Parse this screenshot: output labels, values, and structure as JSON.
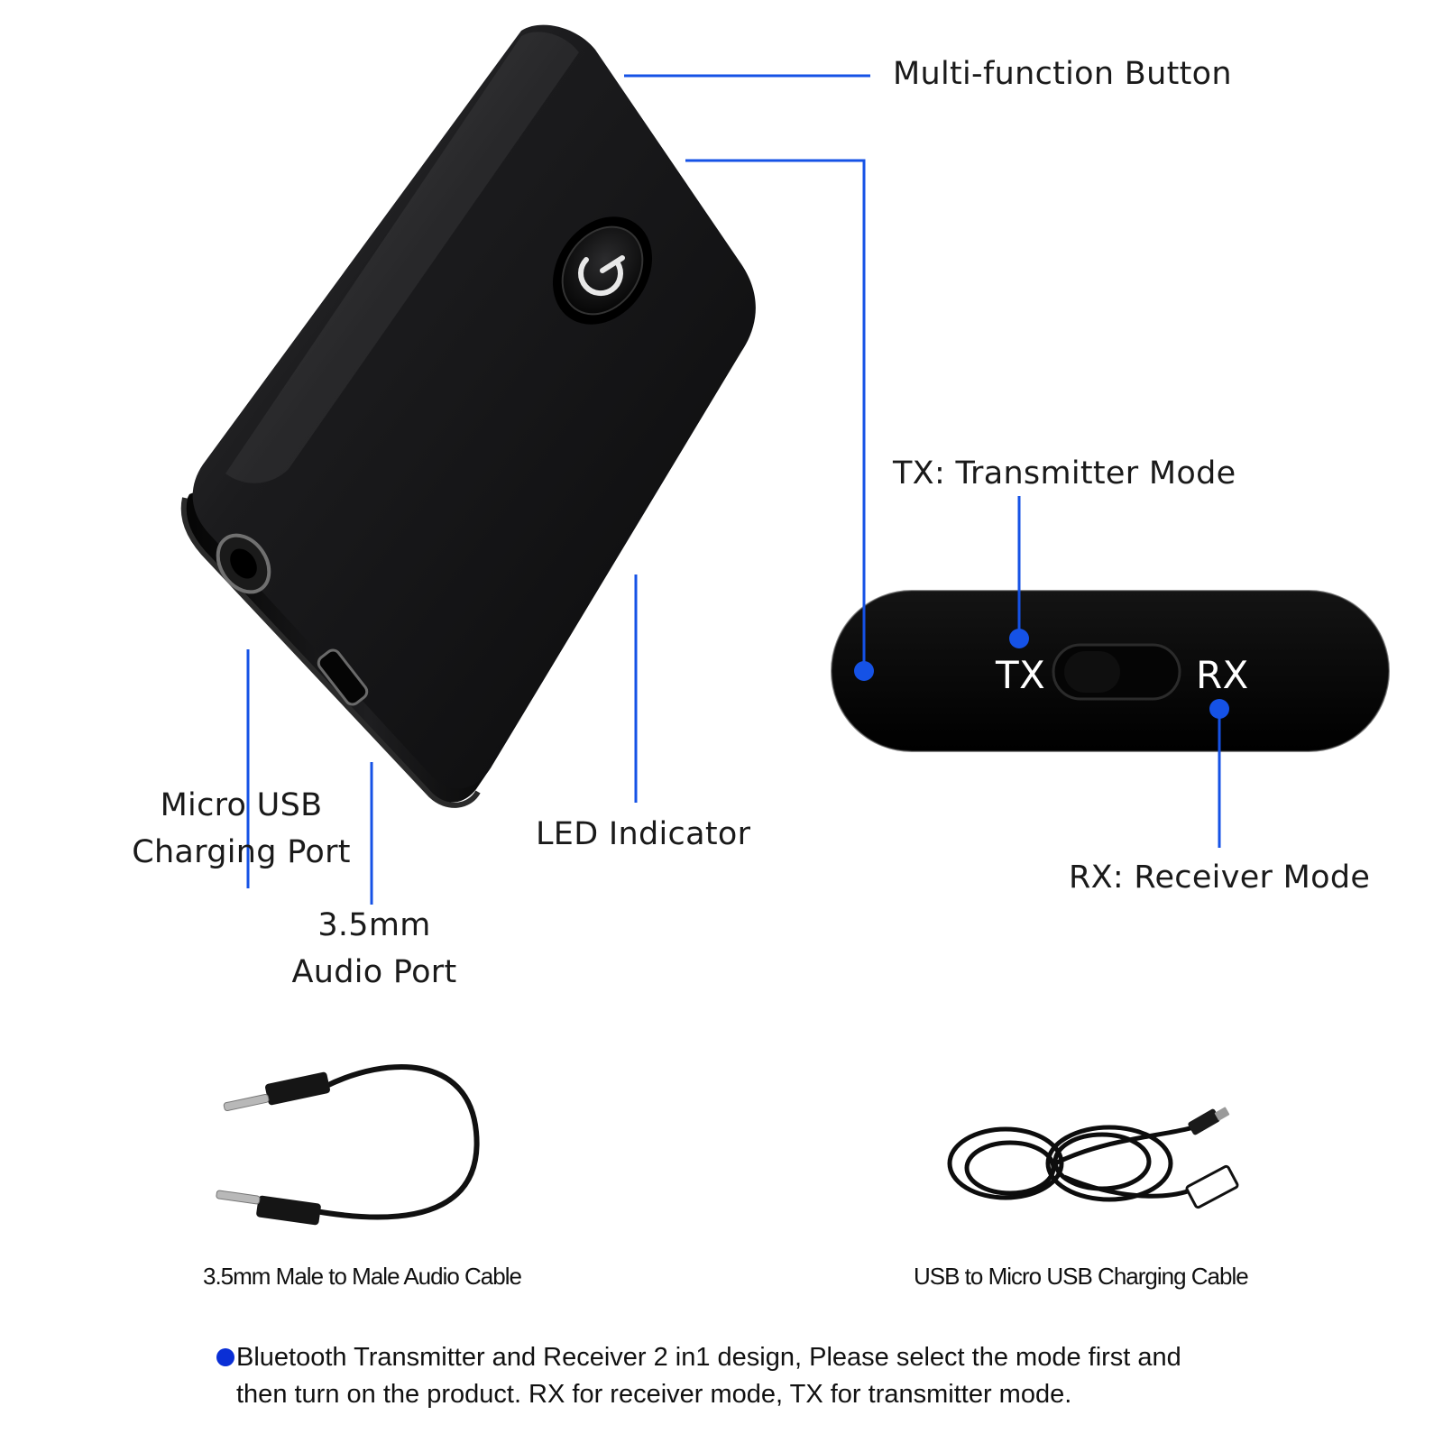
{
  "accent_color": "#1552e6",
  "device_labels": {
    "multifunction_button": "Multi-function Button",
    "tx_mode": "TX: Transmitter Mode",
    "rx_mode": "RX: Receiver Mode",
    "led_indicator": "LED Indicator",
    "micro_usb_line1": "Micro USB",
    "micro_usb_line2": "Charging Port",
    "audio_port_line1": "3.5mm",
    "audio_port_line2": "Audio Port"
  },
  "switch_panel": {
    "tx": "TX",
    "rx": "RX"
  },
  "accessories": {
    "audio_cable_caption": "3.5mm Male to Male Audio Cable",
    "usb_cable_caption": "USB to  Micro USB Charging Cable"
  },
  "note": {
    "line1": "Bluetooth Transmitter and Receiver 2 in1 design, Please select the mode first and",
    "line2": "then turn on the product. RX for receiver mode, TX for transmitter mode."
  },
  "icons": [
    "power-icon",
    "audio-jack-icon",
    "usb-port-icon",
    "audio-cable-icon",
    "usb-cable-icon",
    "bullet-icon"
  ]
}
